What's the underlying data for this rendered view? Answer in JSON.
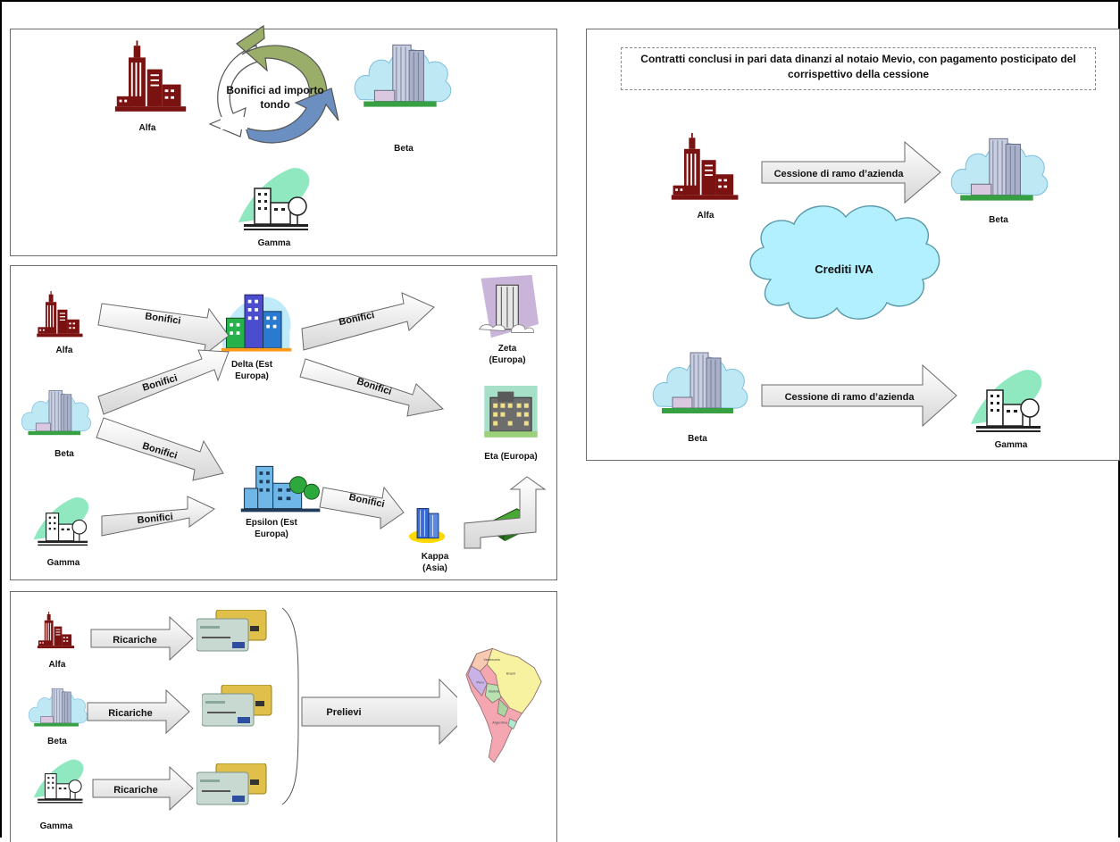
{
  "panel1": {
    "cycle_label": "Bonifici ad importo tondo",
    "entities": [
      "Alfa",
      "Beta",
      "Gamma"
    ]
  },
  "panel2": {
    "entities": {
      "alfa": "Alfa",
      "beta": "Beta",
      "gamma": "Gamma",
      "delta": "Delta (Est Europa)",
      "epsilon": "Epsilon (Est Europa)",
      "zeta": "Zeta (Europa)",
      "eta": "Eta (Europa)",
      "kappa": "Kappa (Asia)"
    },
    "arrow_label": "Bonifici"
  },
  "panel3": {
    "entities": [
      "Alfa",
      "Beta",
      "Gamma"
    ],
    "arrow_label": "Ricariche",
    "prelievi_label": "Prelievi"
  },
  "panel4": {
    "title": "Contratti conclusi in pari data dinanzi al notaio Mevio, con pagamento posticipato del corrispettivo della cessione",
    "transfer_label": "Cessione di ramo d’azienda",
    "cloud_label": "Crediti IVA",
    "entities": {
      "alfa": "Alfa",
      "beta_top": "Beta",
      "beta_bottom": "Beta",
      "gamma": "Gamma"
    }
  },
  "colors": {
    "alfa_building": "#7a1212",
    "beta_building": "#9aa7c8",
    "gamma_accent": "#2e8b57",
    "cycle_green": "#9aae6a",
    "cycle_blue": "#6a8fc0",
    "cloud_fill": "#b3f0ff"
  }
}
